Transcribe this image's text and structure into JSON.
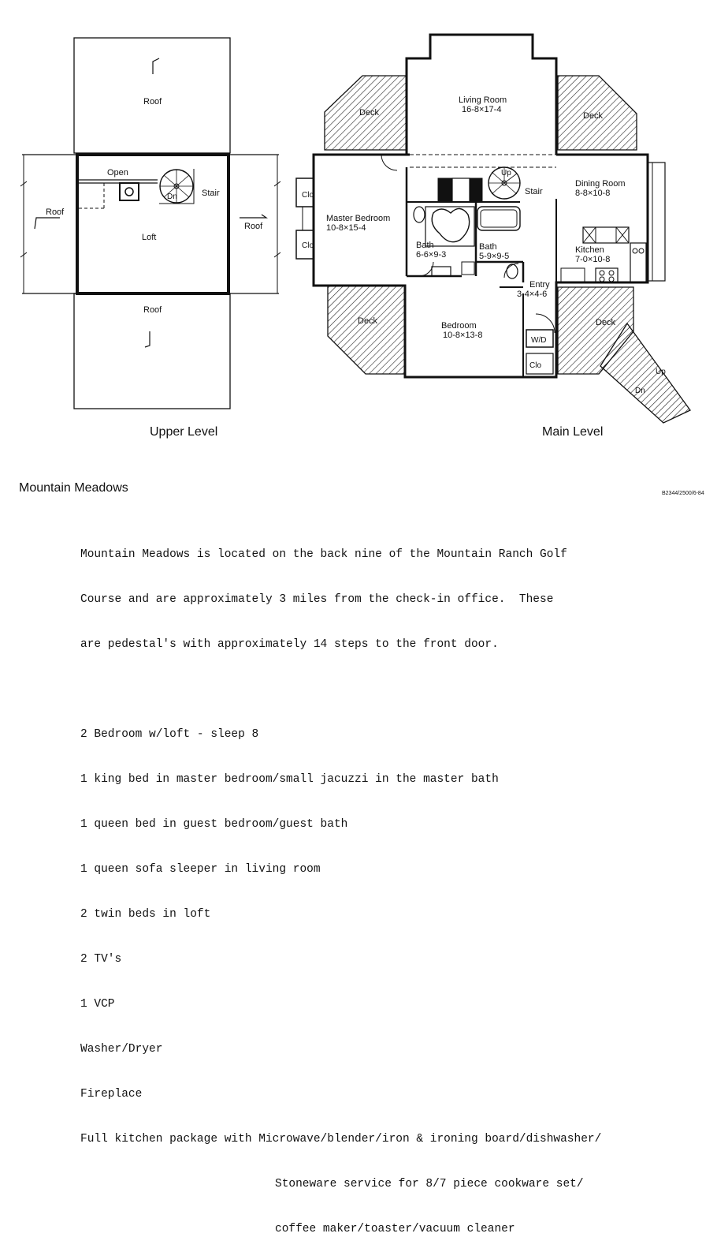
{
  "upper": {
    "level_title": "Upper Level",
    "roof_top": "Roof",
    "roof_left": "Roof",
    "roof_right": "Roof",
    "roof_bottom": "Roof",
    "open": "Open",
    "dn": "Dn",
    "stair": "Stair",
    "loft": "Loft"
  },
  "main": {
    "level_title": "Main Level",
    "deck_nw": "Deck",
    "deck_ne": "Deck",
    "deck_sw": "Deck",
    "deck_se": "Deck",
    "living_room": "Living Room",
    "living_dim": "16-8×17-4",
    "up": "Up",
    "stair": "Stair",
    "dining_room": "Dining Room",
    "dining_dim": "8-8×10-8",
    "clo_1": "Clo",
    "clo_2": "Clo",
    "clo_3": "Clo",
    "master_bedroom": "Master Bedroom",
    "master_dim": "10-8×15-4",
    "bath_1": "Bath",
    "bath_1_dim": "6-6×9-3",
    "bath_2": "Bath",
    "bath_2_dim": "5-9×9-5",
    "kitchen": "Kitchen",
    "kitchen_dim": "7-0×10-8",
    "entry": "Entry",
    "entry_dim": "3-4×4-6",
    "wd": "W/D",
    "bedroom": "Bedroom",
    "bedroom_dim": "10-8×13-8",
    "stairs_up": "Up",
    "stairs_dn": "Dn"
  },
  "title": "Mountain Meadows",
  "code": "B2344/2500/6-84",
  "description": [
    "Mountain Meadows is located on the back nine of the Mountain Ranch Golf",
    "Course and are approximately 3 miles from the check-in office.  These",
    "are pedestal's with approximately 14 steps to the front door."
  ],
  "features": [
    "2 Bedroom w/loft - sleep 8",
    "1 king bed in master bedroom/small jacuzzi in the master bath",
    "1 queen bed in guest bedroom/guest bath",
    "1 queen sofa sleeper in living room",
    "2 twin beds in loft",
    "2 TV's",
    "1 VCP",
    "Washer/Dryer",
    "Fireplace",
    "Full kitchen package with Microwave/blender/iron & ironing board/dishwasher/"
  ],
  "features_continued": [
    "Stoneware service for 8/7 piece cookware set/",
    "coffee maker/toaster/vacuum cleaner"
  ]
}
